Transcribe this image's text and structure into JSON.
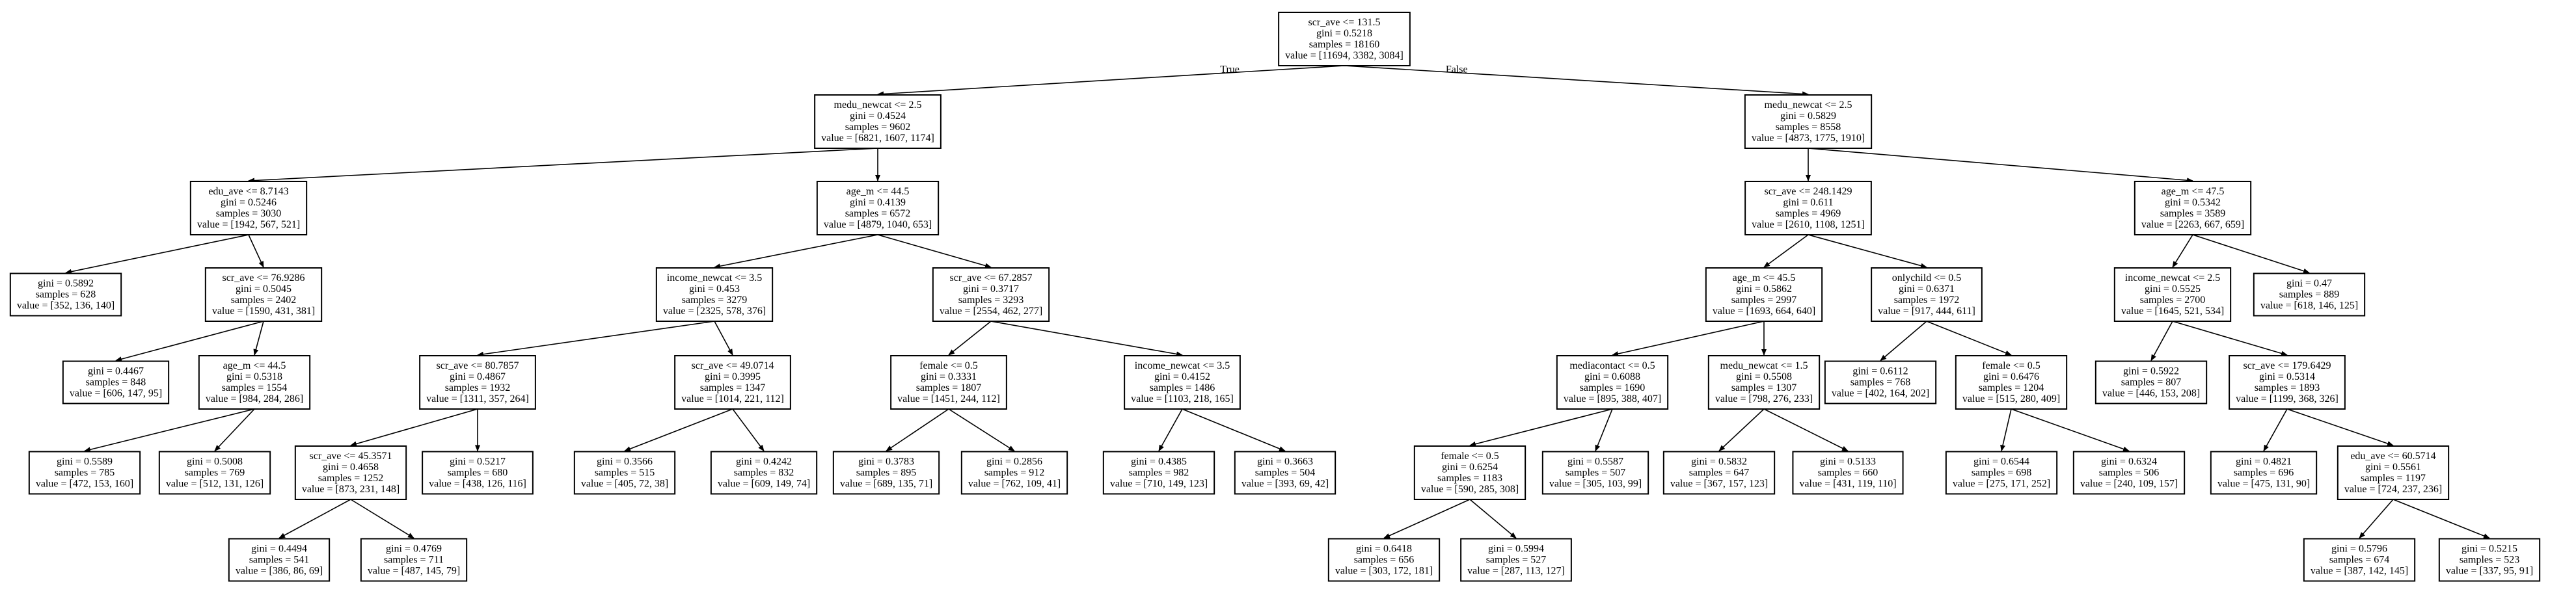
{
  "tree": {
    "nodes": [
      {
        "id": "n0",
        "lines": [
          "scr_ave <= 131.5",
          "gini = 0.5218",
          "samples = 18160",
          "value = [11694, 3382, 3084]"
        ]
      },
      {
        "id": "n1",
        "lines": [
          "medu_newcat <= 2.5",
          "gini = 0.4524",
          "samples = 9602",
          "value = [6821, 1607, 1174]"
        ]
      },
      {
        "id": "n2",
        "lines": [
          "medu_newcat <= 2.5",
          "gini = 0.5829",
          "samples = 8558",
          "value = [4873, 1775, 1910]"
        ]
      },
      {
        "id": "n3",
        "lines": [
          "edu_ave <= 8.7143",
          "gini = 0.5246",
          "samples = 3030",
          "value = [1942, 567, 521]"
        ]
      },
      {
        "id": "n4",
        "lines": [
          "age_m <= 44.5",
          "gini = 0.4139",
          "samples = 6572",
          "value = [4879, 1040, 653]"
        ]
      },
      {
        "id": "n5",
        "lines": [
          "scr_ave <= 248.1429",
          "gini = 0.611",
          "samples = 4969",
          "value = [2610, 1108, 1251]"
        ]
      },
      {
        "id": "n6",
        "lines": [
          "age_m <= 47.5",
          "gini = 0.5342",
          "samples = 3589",
          "value = [2263, 667, 659]"
        ]
      },
      {
        "id": "n7",
        "lines": [
          "gini = 0.5892",
          "samples = 628",
          "value = [352, 136, 140]"
        ]
      },
      {
        "id": "n8",
        "lines": [
          "scr_ave <= 76.9286",
          "gini = 0.5045",
          "samples = 2402",
          "value = [1590, 431, 381]"
        ]
      },
      {
        "id": "n9",
        "lines": [
          "income_newcat <= 3.5",
          "gini = 0.453",
          "samples = 3279",
          "value = [2325, 578, 376]"
        ]
      },
      {
        "id": "n10",
        "lines": [
          "scr_ave <= 67.2857",
          "gini = 0.3717",
          "samples = 3293",
          "value = [2554, 462, 277]"
        ]
      },
      {
        "id": "n11",
        "lines": [
          "age_m <= 45.5",
          "gini = 0.5862",
          "samples = 2997",
          "value = [1693, 664, 640]"
        ]
      },
      {
        "id": "n12",
        "lines": [
          "onlychild <= 0.5",
          "gini = 0.6371",
          "samples = 1972",
          "value = [917, 444, 611]"
        ]
      },
      {
        "id": "n13",
        "lines": [
          "income_newcat <= 2.5",
          "gini = 0.5525",
          "samples = 2700",
          "value = [1645, 521, 534]"
        ]
      },
      {
        "id": "n14",
        "lines": [
          "gini = 0.47",
          "samples = 889",
          "value = [618, 146, 125]"
        ]
      },
      {
        "id": "n15",
        "lines": [
          "gini = 0.4467",
          "samples = 848",
          "value = [606, 147, 95]"
        ]
      },
      {
        "id": "n16",
        "lines": [
          "age_m <= 44.5",
          "gini = 0.5318",
          "samples = 1554",
          "value = [984, 284, 286]"
        ]
      },
      {
        "id": "n17",
        "lines": [
          "scr_ave <= 80.7857",
          "gini = 0.4867",
          "samples = 1932",
          "value = [1311, 357, 264]"
        ]
      },
      {
        "id": "n18",
        "lines": [
          "scr_ave <= 49.0714",
          "gini = 0.3995",
          "samples = 1347",
          "value = [1014, 221, 112]"
        ]
      },
      {
        "id": "n19",
        "lines": [
          "female <= 0.5",
          "gini = 0.3331",
          "samples = 1807",
          "value = [1451, 244, 112]"
        ]
      },
      {
        "id": "n20",
        "lines": [
          "income_newcat <= 3.5",
          "gini = 0.4152",
          "samples = 1486",
          "value = [1103, 218, 165]"
        ]
      },
      {
        "id": "n21",
        "lines": [
          "mediacontact <= 0.5",
          "gini = 0.6088",
          "samples = 1690",
          "value = [895, 388, 407]"
        ]
      },
      {
        "id": "n22",
        "lines": [
          "medu_newcat <= 1.5",
          "gini = 0.5508",
          "samples = 1307",
          "value = [798, 276, 233]"
        ]
      },
      {
        "id": "n23",
        "lines": [
          "gini = 0.6112",
          "samples = 768",
          "value = [402, 164, 202]"
        ]
      },
      {
        "id": "n24",
        "lines": [
          "female <= 0.5",
          "gini = 0.6476",
          "samples = 1204",
          "value = [515, 280, 409]"
        ]
      },
      {
        "id": "n25",
        "lines": [
          "gini = 0.5922",
          "samples = 807",
          "value = [446, 153, 208]"
        ]
      },
      {
        "id": "n26",
        "lines": [
          "scr_ave <= 179.6429",
          "gini = 0.5314",
          "samples = 1893",
          "value = [1199, 368, 326]"
        ]
      },
      {
        "id": "n27",
        "lines": [
          "gini = 0.5589",
          "samples = 785",
          "value = [472, 153, 160]"
        ]
      },
      {
        "id": "n28",
        "lines": [
          "gini = 0.5008",
          "samples = 769",
          "value = [512, 131, 126]"
        ]
      },
      {
        "id": "n29",
        "lines": [
          "scr_ave <= 45.3571",
          "gini = 0.4658",
          "samples = 1252",
          "value = [873, 231, 148]"
        ]
      },
      {
        "id": "n30",
        "lines": [
          "gini = 0.5217",
          "samples = 680",
          "value = [438, 126, 116]"
        ]
      },
      {
        "id": "n31",
        "lines": [
          "gini = 0.3566",
          "samples = 515",
          "value = [405, 72, 38]"
        ]
      },
      {
        "id": "n32",
        "lines": [
          "gini = 0.4242",
          "samples = 832",
          "value = [609, 149, 74]"
        ]
      },
      {
        "id": "n33",
        "lines": [
          "gini = 0.3783",
          "samples = 895",
          "value = [689, 135, 71]"
        ]
      },
      {
        "id": "n34",
        "lines": [
          "gini = 0.2856",
          "samples = 912",
          "value = [762, 109, 41]"
        ]
      },
      {
        "id": "n35",
        "lines": [
          "gini = 0.4385",
          "samples = 982",
          "value = [710, 149, 123]"
        ]
      },
      {
        "id": "n36",
        "lines": [
          "gini = 0.3663",
          "samples = 504",
          "value = [393, 69, 42]"
        ]
      },
      {
        "id": "n37",
        "lines": [
          "female <= 0.5",
          "gini = 0.6254",
          "samples = 1183",
          "value = [590, 285, 308]"
        ]
      },
      {
        "id": "n38",
        "lines": [
          "gini = 0.5587",
          "samples = 507",
          "value = [305, 103, 99]"
        ]
      },
      {
        "id": "n39",
        "lines": [
          "gini = 0.5832",
          "samples = 647",
          "value = [367, 157, 123]"
        ]
      },
      {
        "id": "n40",
        "lines": [
          "gini = 0.5133",
          "samples = 660",
          "value = [431, 119, 110]"
        ]
      },
      {
        "id": "n41",
        "lines": [
          "gini = 0.6544",
          "samples = 698",
          "value = [275, 171, 252]"
        ]
      },
      {
        "id": "n42",
        "lines": [
          "gini = 0.6324",
          "samples = 506",
          "value = [240, 109, 157]"
        ]
      },
      {
        "id": "n43",
        "lines": [
          "gini = 0.4821",
          "samples = 696",
          "value = [475, 131, 90]"
        ]
      },
      {
        "id": "n44",
        "lines": [
          "edu_ave <= 60.5714",
          "gini = 0.5561",
          "samples = 1197",
          "value = [724, 237, 236]"
        ]
      },
      {
        "id": "n45",
        "lines": [
          "gini = 0.4494",
          "samples = 541",
          "value = [386, 86, 69]"
        ]
      },
      {
        "id": "n46",
        "lines": [
          "gini = 0.4769",
          "samples = 711",
          "value = [487, 145, 79]"
        ]
      },
      {
        "id": "n47",
        "lines": [
          "gini = 0.6418",
          "samples = 656",
          "value = [303, 172, 181]"
        ]
      },
      {
        "id": "n48",
        "lines": [
          "gini = 0.5994",
          "samples = 527",
          "value = [287, 113, 127]"
        ]
      },
      {
        "id": "n49",
        "lines": [
          "gini = 0.5796",
          "samples = 674",
          "value = [387, 142, 145]"
        ]
      },
      {
        "id": "n50",
        "lines": [
          "gini = 0.5215",
          "samples = 523",
          "value = [337, 95, 91]"
        ]
      }
    ],
    "edges": [
      {
        "from": "n0",
        "to": "n1",
        "label": "True"
      },
      {
        "from": "n0",
        "to": "n2",
        "label": "False"
      },
      {
        "from": "n1",
        "to": "n3"
      },
      {
        "from": "n1",
        "to": "n4"
      },
      {
        "from": "n2",
        "to": "n5"
      },
      {
        "from": "n2",
        "to": "n6"
      },
      {
        "from": "n3",
        "to": "n7"
      },
      {
        "from": "n3",
        "to": "n8"
      },
      {
        "from": "n4",
        "to": "n9"
      },
      {
        "from": "n4",
        "to": "n10"
      },
      {
        "from": "n5",
        "to": "n11"
      },
      {
        "from": "n5",
        "to": "n12"
      },
      {
        "from": "n6",
        "to": "n13"
      },
      {
        "from": "n6",
        "to": "n14"
      },
      {
        "from": "n8",
        "to": "n15"
      },
      {
        "from": "n8",
        "to": "n16"
      },
      {
        "from": "n9",
        "to": "n17"
      },
      {
        "from": "n9",
        "to": "n18"
      },
      {
        "from": "n10",
        "to": "n19"
      },
      {
        "from": "n10",
        "to": "n20"
      },
      {
        "from": "n11",
        "to": "n21"
      },
      {
        "from": "n11",
        "to": "n22"
      },
      {
        "from": "n12",
        "to": "n23"
      },
      {
        "from": "n12",
        "to": "n24"
      },
      {
        "from": "n13",
        "to": "n25"
      },
      {
        "from": "n13",
        "to": "n26"
      },
      {
        "from": "n16",
        "to": "n27"
      },
      {
        "from": "n16",
        "to": "n28"
      },
      {
        "from": "n17",
        "to": "n29"
      },
      {
        "from": "n17",
        "to": "n30"
      },
      {
        "from": "n18",
        "to": "n31"
      },
      {
        "from": "n18",
        "to": "n32"
      },
      {
        "from": "n19",
        "to": "n33"
      },
      {
        "from": "n19",
        "to": "n34"
      },
      {
        "from": "n20",
        "to": "n35"
      },
      {
        "from": "n20",
        "to": "n36"
      },
      {
        "from": "n21",
        "to": "n37"
      },
      {
        "from": "n21",
        "to": "n38"
      },
      {
        "from": "n22",
        "to": "n39"
      },
      {
        "from": "n22",
        "to": "n40"
      },
      {
        "from": "n24",
        "to": "n41"
      },
      {
        "from": "n24",
        "to": "n42"
      },
      {
        "from": "n26",
        "to": "n43"
      },
      {
        "from": "n26",
        "to": "n44"
      },
      {
        "from": "n29",
        "to": "n45"
      },
      {
        "from": "n29",
        "to": "n46"
      },
      {
        "from": "n37",
        "to": "n47"
      },
      {
        "from": "n37",
        "to": "n48"
      },
      {
        "from": "n44",
        "to": "n49"
      },
      {
        "from": "n44",
        "to": "n50"
      }
    ]
  }
}
